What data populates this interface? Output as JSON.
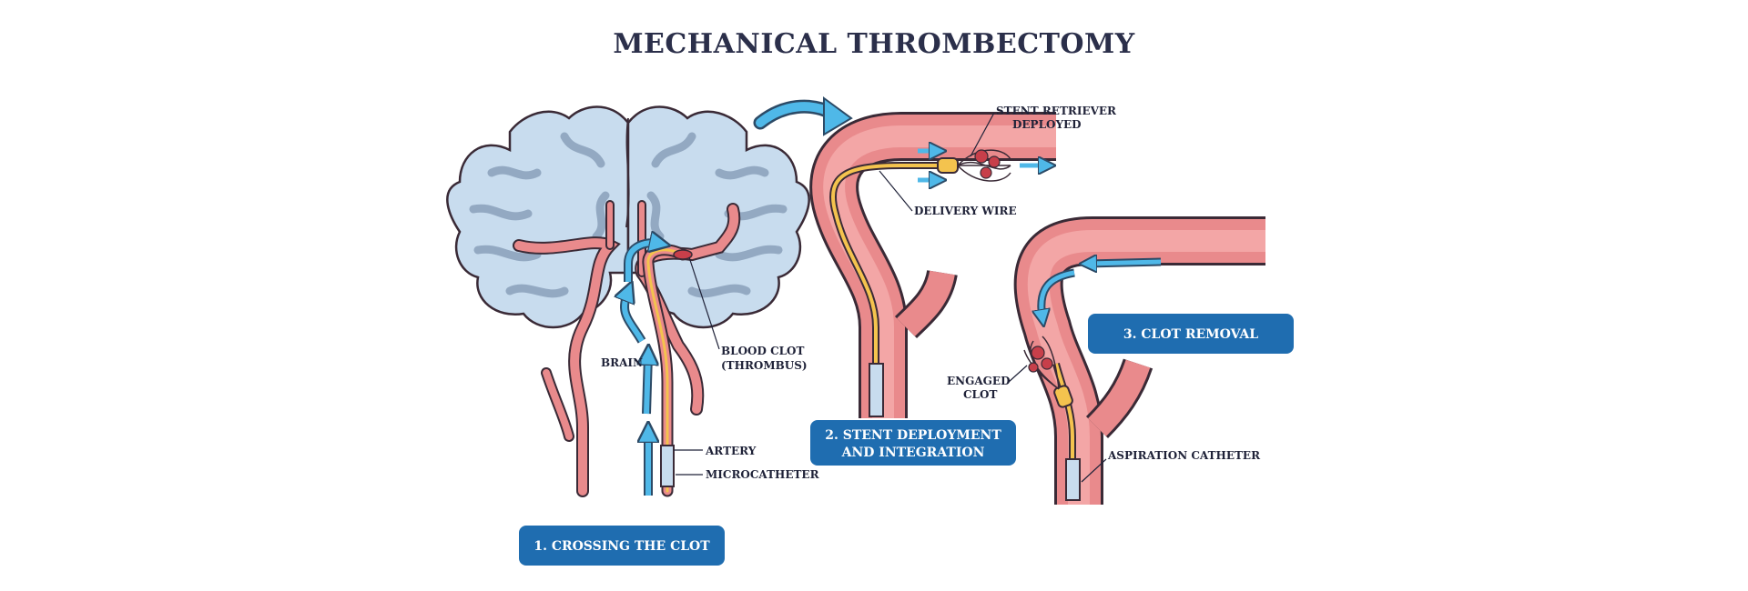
{
  "title": "MECHANICAL THROMBECTOMY",
  "colors": {
    "artery_fill": "#e98a8c",
    "artery_inner": "#f3a6a6",
    "outline": "#3a2a36",
    "brain_fill": "#c8dcee",
    "brain_gray": "#93a9c2",
    "flow_blue": "#4fb8e8",
    "wire_yellow": "#f4c34e",
    "step_badge": "#1f6db0"
  },
  "labels": {
    "brain": "BRAIN",
    "blood_clot_line1": "BLOOD CLOT",
    "blood_clot_line2": "(THROMBUS)",
    "artery": "ARTERY",
    "microcatheter": "MICROCATHETER",
    "stent_retriever_line1": "STENT RETRIEVER",
    "stent_retriever_line2": "DEPLOYED",
    "delivery_wire": "DELIVERY WIRE",
    "engaged_clot_line1": "ENGAGED",
    "engaged_clot_line2": "CLOT",
    "aspiration_catheter": "ASPIRATION CATHETER"
  },
  "steps": [
    {
      "line1": "1. CROSSING THE CLOT",
      "line2": ""
    },
    {
      "line1": "2. STENT DEPLOYMENT",
      "line2": "AND INTEGRATION"
    },
    {
      "line1": "3. CLOT REMOVAL",
      "line2": ""
    }
  ],
  "icons": [
    "brain-illustration",
    "flow-arrow-icon",
    "stent-retriever-icon",
    "clot-icon",
    "catheter-icon",
    "transition-arrow-icon"
  ]
}
